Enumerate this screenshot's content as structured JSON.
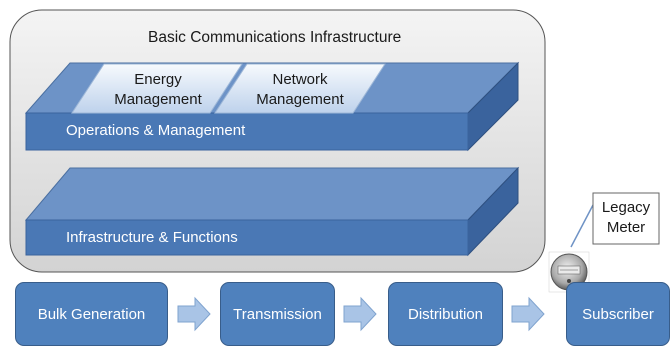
{
  "infrastructure": {
    "title": "Basic Communications Infrastructure"
  },
  "layers": {
    "operations": "Operations & Management",
    "infrastructure": "Infrastructure & Functions"
  },
  "management": {
    "energy": [
      "Energy",
      "Management"
    ],
    "network": [
      "Network",
      "Management"
    ]
  },
  "chain": [
    "Bulk Generation",
    "Transmission",
    "Distribution",
    "Subscriber"
  ],
  "meter": {
    "callout": [
      "Legacy",
      "Meter"
    ]
  },
  "colors": {
    "layer_top": "#6d93c7",
    "layer_front": "#4a78b5",
    "layer_side": "#3a639d",
    "box_fill": "#4f81bd",
    "arrow_fill": "#a9c4e6"
  }
}
